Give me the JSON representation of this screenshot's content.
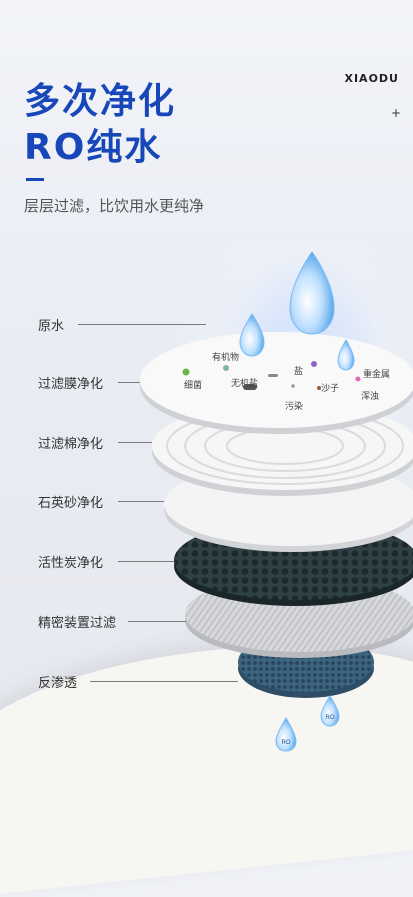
{
  "header": {
    "title_line1": "多次净化",
    "title_line2": "RO纯水",
    "subtitle": "层层过滤，比饮用水更纯净",
    "brand": "XIAODU",
    "plus": "+"
  },
  "layers": [
    "原水",
    "过滤膜净化",
    "过滤棉净化",
    "石英砂净化",
    "活性炭净化",
    "精密装置过滤",
    "反渗透"
  ],
  "impurities": [
    "有机物",
    "细菌",
    "无机盐",
    "盐",
    "沙子",
    "重金属",
    "污染",
    "浑浊"
  ],
  "drop_text": "RO",
  "colors": {
    "title": "#1747b8",
    "carbon": "#2f4145",
    "ro_layer": "#3e6580"
  }
}
